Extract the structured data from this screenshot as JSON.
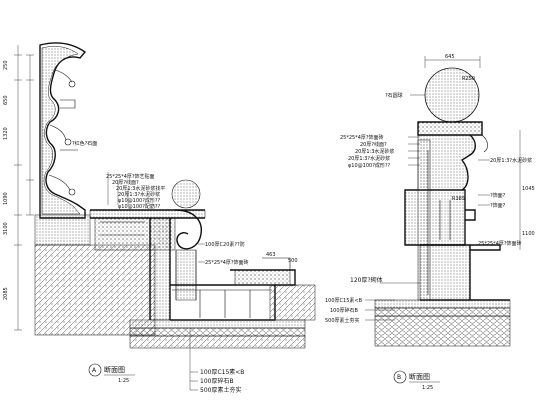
{
  "section_a": {
    "title_circle": "A",
    "title": "断面图",
    "scale": "1:25",
    "dims_left": [
      "250",
      "650",
      "1320",
      "1090",
      "3100",
      "2085"
    ],
    "callouts_top": [
      "25*25*4厚?饰艺贴面",
      "20厚?线面?",
      "20厚1:3水泥砂浆找平",
      "20厚1:3?水泥砂浆",
      "φ10@100?成形??",
      "φ10@100?配筋??"
    ],
    "callouts_right": [
      "100厚C20素??防",
      "25*25*4厚?饰面砖"
    ],
    "callout_mid": "?红色?石面",
    "dim_small": [
      "463",
      "500"
    ],
    "callouts_bottom": [
      "100厚C15素<B",
      "100厚碎石B",
      "500厚素土夯实"
    ]
  },
  "section_b": {
    "title_circle": "B",
    "title": "断面图",
    "scale": "1:25",
    "dims_top": [
      "645",
      "R250"
    ],
    "label_ball": "?石圆球",
    "callouts_left": [
      "25*25*4厚?饰面砖",
      "20厚?线面?",
      "20厚1:3水泥砂浆",
      "20厚1:3?水泥砂浆",
      "φ10@100?成形??"
    ],
    "callouts_right": [
      "20厚1:3?水泥砂浆",
      "?饰面?",
      "?饰面?"
    ],
    "dims_right": [
      "1045",
      "1100"
    ],
    "callout_r": "R385",
    "callout_mid": "25*25*4厚?饰面砖",
    "callout_left_low": "120厚?砌体",
    "callouts_bottom": [
      "100厚C15素<B",
      "100厚碎石B",
      "500厚素土夯实"
    ]
  }
}
